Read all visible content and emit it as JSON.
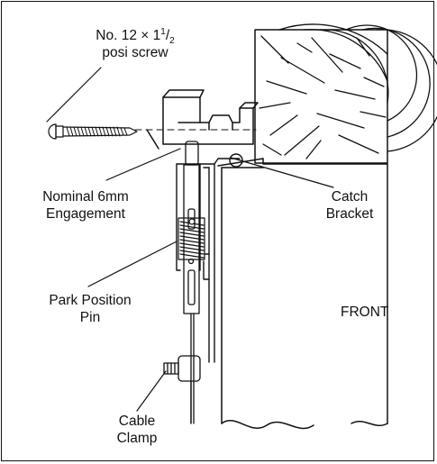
{
  "labels": {
    "screw_line1_pre": "No. 12 × 1",
    "screw_sup": "1",
    "screw_slash": "/",
    "screw_sub": "2",
    "screw_line2": "posi screw",
    "engagement_line1": "Nominal 6mm",
    "engagement_line2": "Engagement",
    "catch_line1": "Catch",
    "catch_line2": "Bracket",
    "park_line1": "Park Position",
    "park_line2": "Pin",
    "front": "FRONT",
    "clamp_line1": "Cable",
    "clamp_line2": "Clamp"
  },
  "colors": {
    "ink": "#111111",
    "background": "#ffffff"
  }
}
